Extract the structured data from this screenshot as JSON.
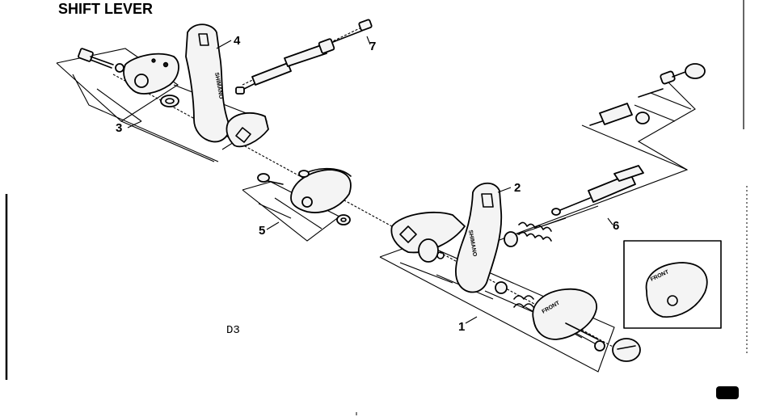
{
  "title": "SHIFT LEVER",
  "figure_code": "D3",
  "callouts": {
    "c1": "1",
    "c2": "2",
    "c3": "3",
    "c4": "4",
    "c5": "5",
    "c6": "6",
    "c7": "7"
  },
  "embossed_text": {
    "indicator_cover": "FRONT",
    "inset_cover": "FRONT"
  }
}
